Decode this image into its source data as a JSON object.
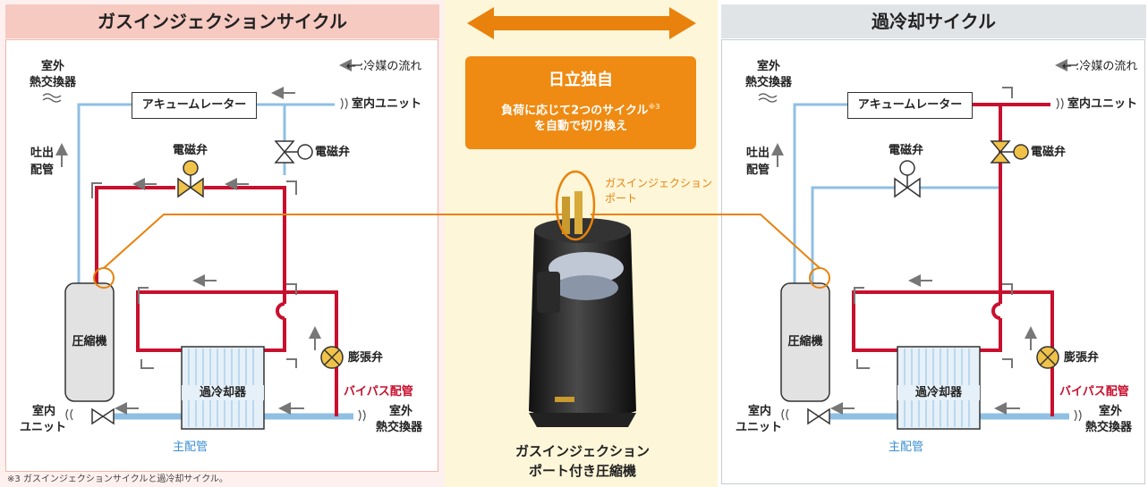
{
  "left_panel": {
    "header": "ガスインジェクションサイクル",
    "legend": "← :冷媒の流れ",
    "outdoor_hx_top": [
      "室外",
      "熱交換器"
    ],
    "accumulator": "アキュームレーター",
    "indoor_unit_right": "室内ユニット",
    "solenoid_valve_1": "電磁弁",
    "solenoid_valve_2": "電磁弁",
    "discharge_pipe": [
      "吐出",
      "配管"
    ],
    "compressor": "圧縮機",
    "expansion_valve": "膨張弁",
    "subcooler": "過冷却器",
    "bypass_pipe": "バイパス配管",
    "indoor_unit_left": [
      "室内",
      "ユニット"
    ],
    "outdoor_hx_bottom": [
      "室外",
      "熱交換器"
    ],
    "main_pipe": "主配管"
  },
  "right_panel": {
    "header": "過冷却サイクル",
    "legend": "← :冷媒の流れ",
    "outdoor_hx_top": [
      "室外",
      "熱交換器"
    ],
    "accumulator": "アキュームレーター",
    "indoor_unit_right": "室内ユニット",
    "solenoid_valve_1": "電磁弁",
    "solenoid_valve_2": "電磁弁",
    "discharge_pipe": [
      "吐出",
      "配管"
    ],
    "compressor": "圧縮機",
    "expansion_valve": "膨張弁",
    "subcooler": "過冷却器",
    "bypass_pipe": "バイパス配管",
    "indoor_unit_left": [
      "室内",
      "ユニット"
    ],
    "outdoor_hx_bottom": [
      "室外",
      "熱交換器"
    ],
    "main_pipe": "主配管"
  },
  "center": {
    "badge_title": "日立独自",
    "badge_line1": "負荷に応じて2つのサイクル",
    "badge_sup": "※3",
    "badge_line2": "を自動で切り換え",
    "port_label": [
      "ガスインジェクション",
      "ポート"
    ],
    "compressor_caption": [
      "ガスインジェクション",
      "ポート付き圧縮機"
    ]
  },
  "footnote": "※3 ガスインジェクションサイクルと過冷却サイクル。",
  "colors": {
    "left_bg": "#fdf0ee",
    "left_header": "#f6c9c1",
    "center_bg": "#fdf6d8",
    "right_bg": "#ffffff",
    "right_header": "#e1e4e7",
    "red_pipe": "#c8102e",
    "blue_pipe": "#8fbfe3",
    "orange": "#e8820c"
  }
}
